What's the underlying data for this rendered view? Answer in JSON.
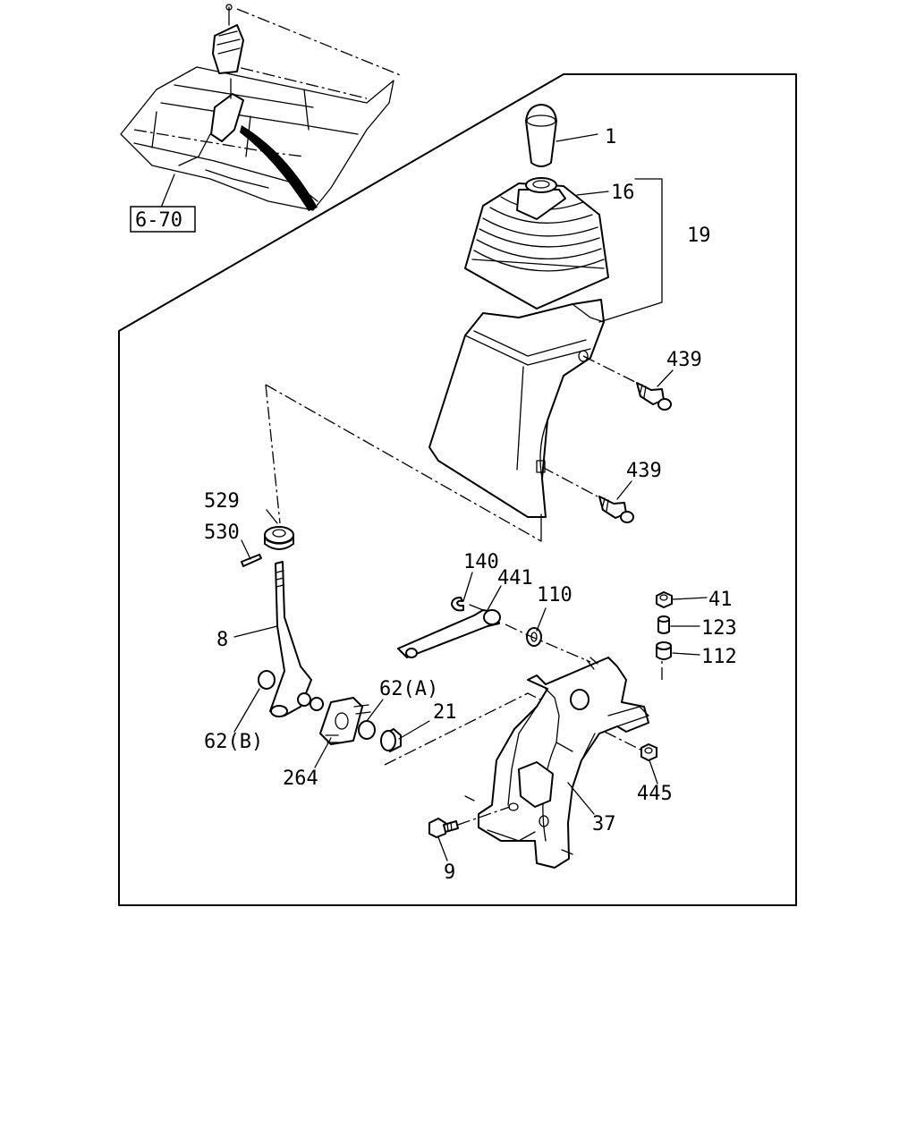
{
  "reference_box": {
    "label": "6-70"
  },
  "callouts": [
    {
      "id": "knob",
      "label": "1"
    },
    {
      "id": "boot",
      "label": "16"
    },
    {
      "id": "cover-assembly",
      "label": "19"
    },
    {
      "id": "screw-upper",
      "label": "439"
    },
    {
      "id": "screw-lower",
      "label": "439"
    },
    {
      "id": "bushing-top",
      "label": "529"
    },
    {
      "id": "pin",
      "label": "530"
    },
    {
      "id": "clip",
      "label": "140"
    },
    {
      "id": "link-arm",
      "label": "441"
    },
    {
      "id": "washer",
      "label": "110"
    },
    {
      "id": "nut-top",
      "label": "41"
    },
    {
      "id": "collar",
      "label": "123"
    },
    {
      "id": "bushing-right",
      "label": "112"
    },
    {
      "id": "shift-lever",
      "label": "8"
    },
    {
      "id": "bushing-a",
      "label": "62(A)"
    },
    {
      "id": "bushing-b",
      "label": "62(B)"
    },
    {
      "id": "cap",
      "label": "21"
    },
    {
      "id": "plate",
      "label": "264"
    },
    {
      "id": "nut-bracket",
      "label": "445"
    },
    {
      "id": "bracket",
      "label": "37"
    },
    {
      "id": "bolt",
      "label": "9"
    }
  ]
}
